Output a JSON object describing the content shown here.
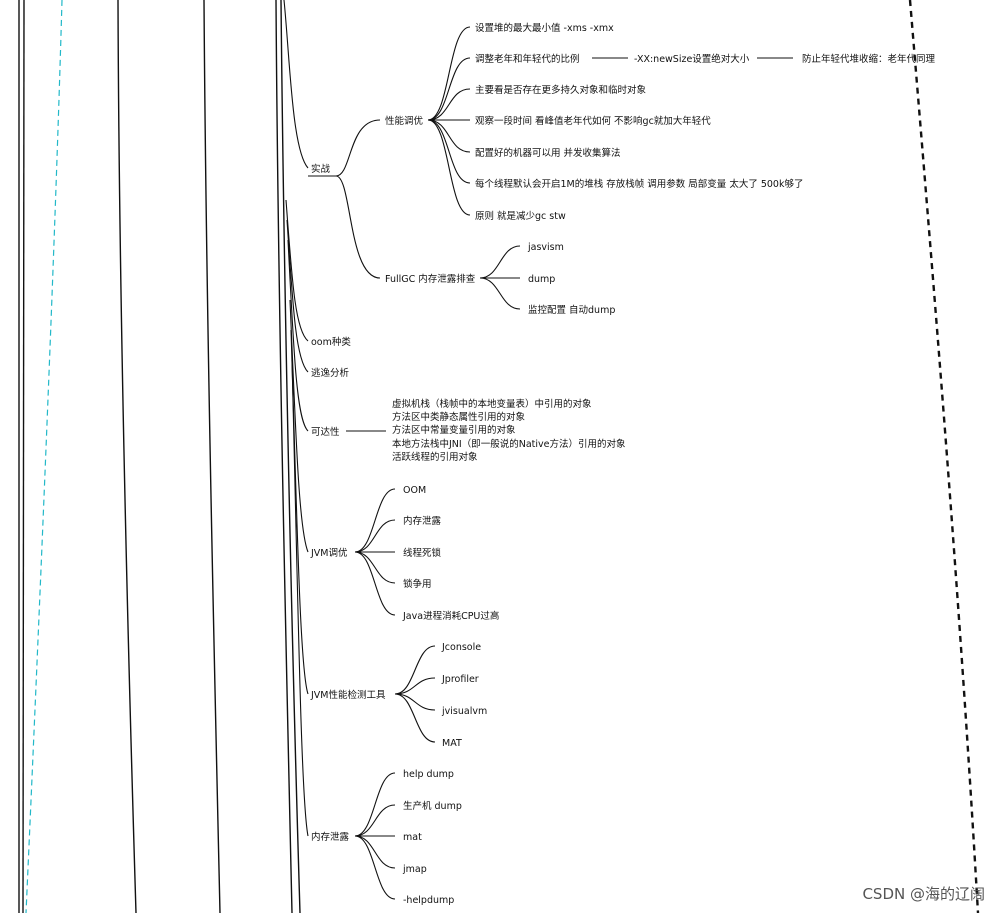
{
  "mindmap": {
    "shizhan": {
      "label": "实战",
      "perf": {
        "label": "性能调优",
        "items": [
          "设置堆的最大最小值 -xms -xmx",
          "调整老年和年轻代的比例",
          "主要看是否存在更多持久对象和临时对象",
          "观察一段时间 看峰值老年代如何 不影响gc就加大年轻代",
          "配置好的机器可以用 并发收集算法",
          "每个线程默认会开启1M的堆栈 存放栈帧 调用参数 局部变量 太大了  500k够了",
          "原则 就是减少gc stw"
        ],
        "ratio_child": "-XX:newSize设置绝对大小",
        "ratio_grandchild": "防止年轻代堆收缩：老年代同理"
      },
      "fullgc": {
        "label": "FullGC 内存泄露排查",
        "items": [
          "jasvism",
          "dump",
          "监控配置 自动dump"
        ]
      }
    },
    "oom": {
      "label": "oom种类"
    },
    "escape": {
      "label": "逃逸分析"
    },
    "reach": {
      "label": "可达性",
      "lines": [
        "虚拟机栈（栈帧中的本地变量表）中引用的对象",
        "方法区中类静态属性引用的对象",
        "方法区中常量变量引用的对象",
        "本地方法栈中JNI（即一般说的Native方法）引用的对象",
        "活跃线程的引用对象"
      ]
    },
    "jvmtune": {
      "label": "JVM调优",
      "items": [
        "OOM",
        "内存泄露",
        "线程死锁",
        "锁争用",
        "Java进程消耗CPU过高"
      ]
    },
    "tools": {
      "label": "JVM性能检测工具",
      "items": [
        "Jconsole",
        "Jprofiler",
        "jvisualvm",
        "MAT"
      ]
    },
    "leak": {
      "label": "内存泄露",
      "items": [
        "help dump",
        "生产机 dump",
        "mat",
        "jmap",
        "-helpdump"
      ]
    }
  },
  "watermark": "CSDN @海的辽阔",
  "colors": {
    "line": "#111111",
    "dashed_cyan": "#22b8c8",
    "dashed_black": "#111111"
  }
}
